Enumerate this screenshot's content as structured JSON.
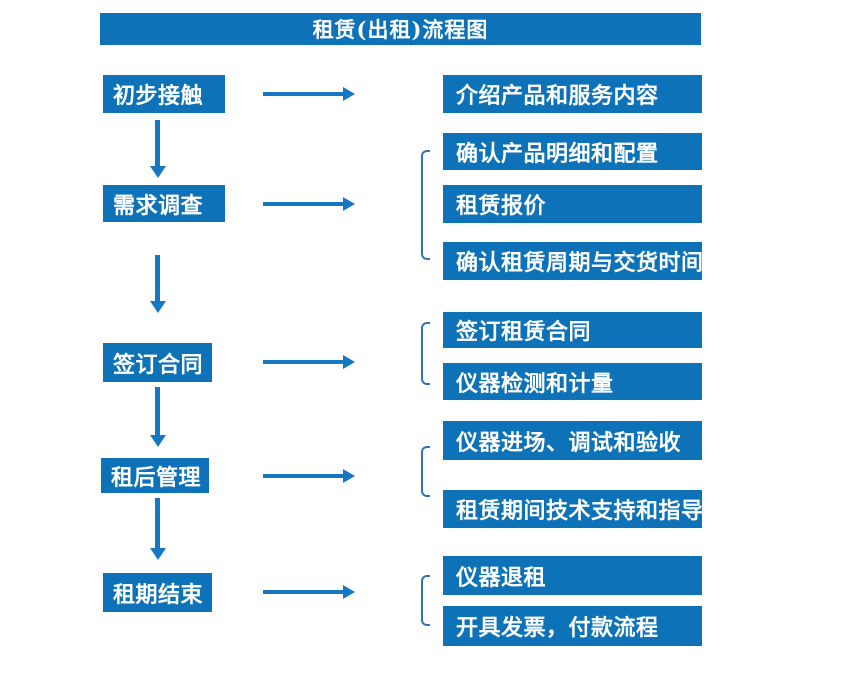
{
  "title": "租赁(出租)流程图",
  "colors": {
    "box_fill": "#0E72B8",
    "arrow": "#1677C3",
    "bracket": "#2E75B6",
    "text": "#FFFFFF",
    "background": "#FFFFFF"
  },
  "steps": [
    {
      "label": "初步接触",
      "outputs": [
        "介绍产品和服务内容"
      ]
    },
    {
      "label": "需求调查",
      "outputs": [
        "确认产品明细和配置",
        "租赁报价",
        "确认租赁周期与交货时间"
      ]
    },
    {
      "label": "签订合同",
      "outputs": [
        "签订租赁合同",
        "仪器检测和计量"
      ]
    },
    {
      "label": "租后管理",
      "outputs": [
        "仪器进场、调试和验收",
        "租赁期间技术支持和指导"
      ]
    },
    {
      "label": "租期结束",
      "outputs": [
        "仪器退租",
        "开具发票，付款流程"
      ]
    }
  ]
}
